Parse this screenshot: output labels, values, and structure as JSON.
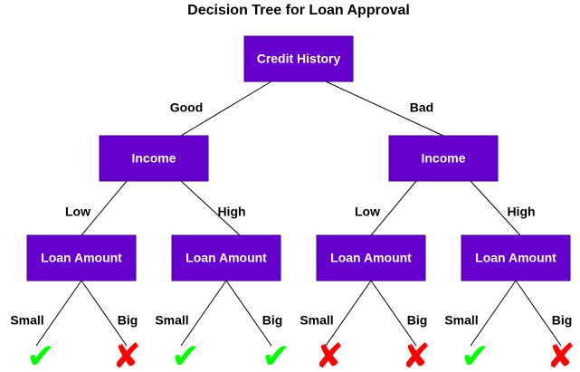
{
  "diagram": {
    "title": "Decision Tree for Loan Approval",
    "colors": {
      "node_fill": "#6600cc",
      "node_stroke": "#4b0096",
      "node_text": "#ffffff",
      "approve": "#00ff00",
      "reject": "#ff0000"
    },
    "nodes": [
      {
        "id": "root",
        "label": "Credit History"
      },
      {
        "id": "income-good",
        "label": "Income"
      },
      {
        "id": "income-bad",
        "label": "Income"
      },
      {
        "id": "loan-good-low",
        "label": "Loan Amount"
      },
      {
        "id": "loan-good-high",
        "label": "Loan Amount"
      },
      {
        "id": "loan-bad-low",
        "label": "Loan Amount"
      },
      {
        "id": "loan-bad-high",
        "label": "Loan Amount"
      }
    ],
    "edges": [
      {
        "from": "root",
        "to": "income-good",
        "label": "Good"
      },
      {
        "from": "root",
        "to": "income-bad",
        "label": "Bad"
      },
      {
        "from": "income-good",
        "to": "loan-good-low",
        "label": "Low"
      },
      {
        "from": "income-good",
        "to": "loan-good-high",
        "label": "High"
      },
      {
        "from": "income-bad",
        "to": "loan-bad-low",
        "label": "Low"
      },
      {
        "from": "income-bad",
        "to": "loan-bad-high",
        "label": "High"
      },
      {
        "from": "loan-good-low",
        "to": "out-1",
        "label": "Small"
      },
      {
        "from": "loan-good-low",
        "to": "out-2",
        "label": "Big"
      },
      {
        "from": "loan-good-high",
        "to": "out-3",
        "label": "Small"
      },
      {
        "from": "loan-good-high",
        "to": "out-4",
        "label": "Big"
      },
      {
        "from": "loan-bad-low",
        "to": "out-5",
        "label": "Small"
      },
      {
        "from": "loan-bad-low",
        "to": "out-6",
        "label": "Big"
      },
      {
        "from": "loan-bad-high",
        "to": "out-7",
        "label": "Small"
      },
      {
        "from": "loan-bad-high",
        "to": "out-8",
        "label": "Big"
      }
    ],
    "outcomes": [
      {
        "id": "out-1",
        "result": "approve",
        "symbol": "✔"
      },
      {
        "id": "out-2",
        "result": "reject",
        "symbol": "✘"
      },
      {
        "id": "out-3",
        "result": "approve",
        "symbol": "✔"
      },
      {
        "id": "out-4",
        "result": "approve",
        "symbol": "✔"
      },
      {
        "id": "out-5",
        "result": "reject",
        "symbol": "✘"
      },
      {
        "id": "out-6",
        "result": "reject",
        "symbol": "✘"
      },
      {
        "id": "out-7",
        "result": "approve",
        "symbol": "✔"
      },
      {
        "id": "out-8",
        "result": "reject",
        "symbol": "✘"
      }
    ]
  }
}
